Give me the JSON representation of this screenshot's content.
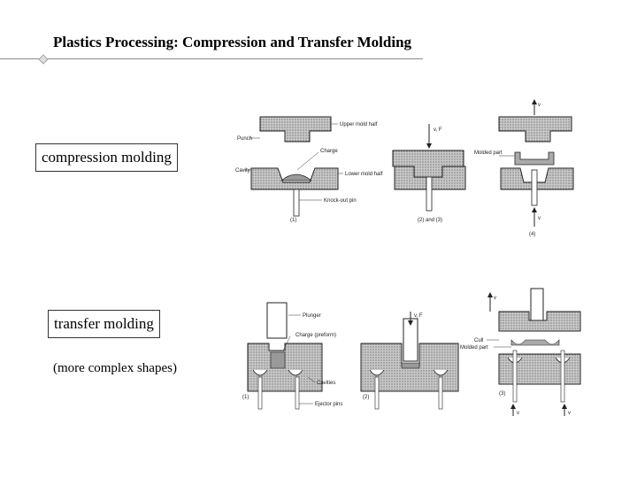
{
  "slide": {
    "title": "Plastics Processing: Compression and Transfer Molding",
    "compression_box": "compression molding",
    "transfer_box": "transfer molding",
    "transfer_note": "(more complex shapes)"
  },
  "compression_figure": {
    "labels": {
      "upper_mold_half": "Upper mold half",
      "punch": "Punch",
      "charge": "Charge",
      "cavity": "Cavity",
      "lower_mold_half": "Lower mold half",
      "knock_out_pin": "Knock-out pin",
      "molded_part": "Molded part",
      "vf": "v, F",
      "v_top": "v",
      "v_bottom": "v"
    },
    "steps": {
      "s1": "(1)",
      "s23": "(2) and (3)",
      "s4": "(4)"
    }
  },
  "transfer_figure": {
    "labels": {
      "plunger": "Plunger",
      "charge": "Charge (preform)",
      "cavities": "Cavities",
      "ejector_pins": "Ejector pins",
      "vf": "v, F",
      "cull": "Cull",
      "molded_part": "Molded part",
      "v_up": "v",
      "v_left": "v",
      "v_right": "v"
    },
    "steps": {
      "s1": "(1)",
      "s2": "(2)",
      "s3": "(3)"
    }
  },
  "colors": {
    "hatch": "#9a9a9a",
    "rule": "#8a8a8a"
  }
}
